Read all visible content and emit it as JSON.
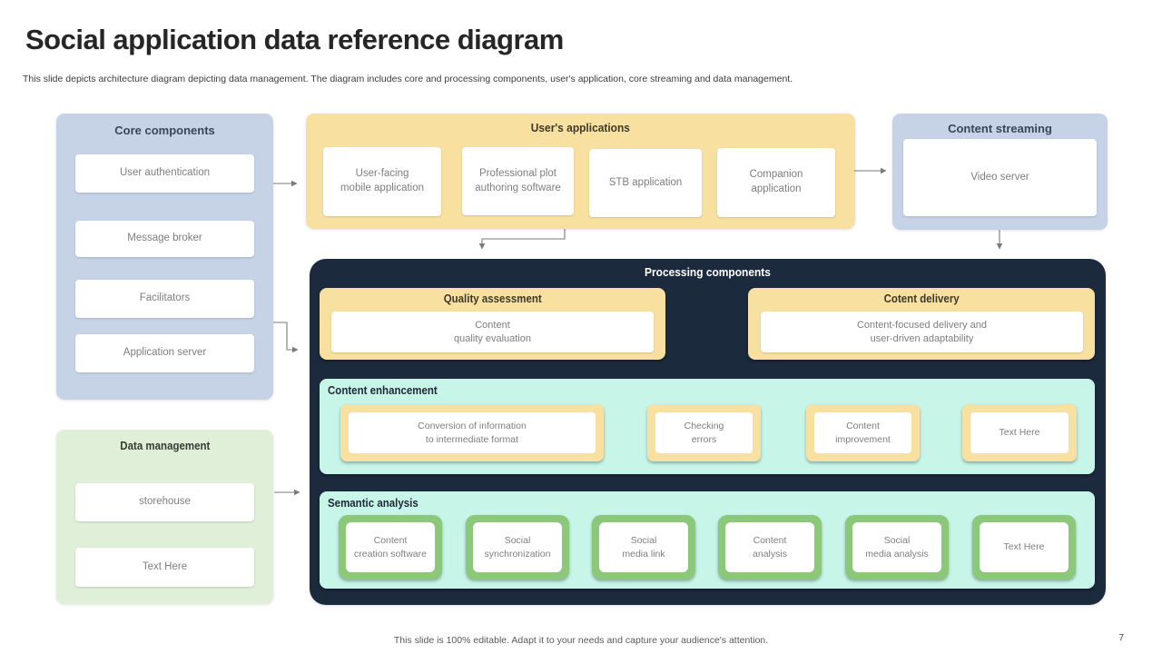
{
  "slide": {
    "title": "Social application data reference diagram",
    "subtitle": "This slide depicts architecture diagram depicting data management. The diagram includes core and processing components, user's application, core streaming and data management.",
    "footer": "This slide is 100% editable. Adapt it to your needs and capture your audience's attention.",
    "page_number": "7"
  },
  "colors": {
    "blue_panel": "#c6d3e7",
    "yellow_panel": "#f8e1a0",
    "light_green_panel": "#e0efd8",
    "mint_panel": "#c7f5e8",
    "green_frame": "#8bc87a",
    "dark_panel": "#1c2a3d",
    "connector": "#7a7a7a"
  },
  "core_components": {
    "title": "Core components",
    "items": [
      "User authentication",
      "Message broker",
      "Facilitators",
      "Application  server"
    ]
  },
  "data_management": {
    "title": "Data  management",
    "items": [
      "storehouse",
      "Text Here"
    ]
  },
  "users_applications": {
    "title": "User's applications",
    "items": [
      "User-facing\nmobile application",
      "Professional plot\nauthoring software",
      "STB application",
      "Companion\napplication"
    ]
  },
  "content_streaming": {
    "title": "Content streaming",
    "items": [
      "Video server"
    ]
  },
  "processing": {
    "title": "Processing components",
    "quality_assessment": {
      "title": "Quality assessment",
      "body": "Content\nquality evaluation"
    },
    "content_delivery": {
      "title": "Cotent delivery",
      "body": "Content-focused delivery and\nuser-driven adaptability"
    },
    "content_enhancement": {
      "title": "Content enhancement",
      "items": [
        "Conversion of information\nto intermediate format",
        "Checking\nerrors",
        "Content\nimprovement",
        "Text Here"
      ]
    },
    "semantic_analysis": {
      "title": "Semantic analysis",
      "items": [
        "Content\ncreation software",
        "Social\nsynchronization",
        "Social\nmedia link",
        "Content\nanalysis",
        "Social\nmedia analysis",
        "Text Here"
      ]
    }
  }
}
